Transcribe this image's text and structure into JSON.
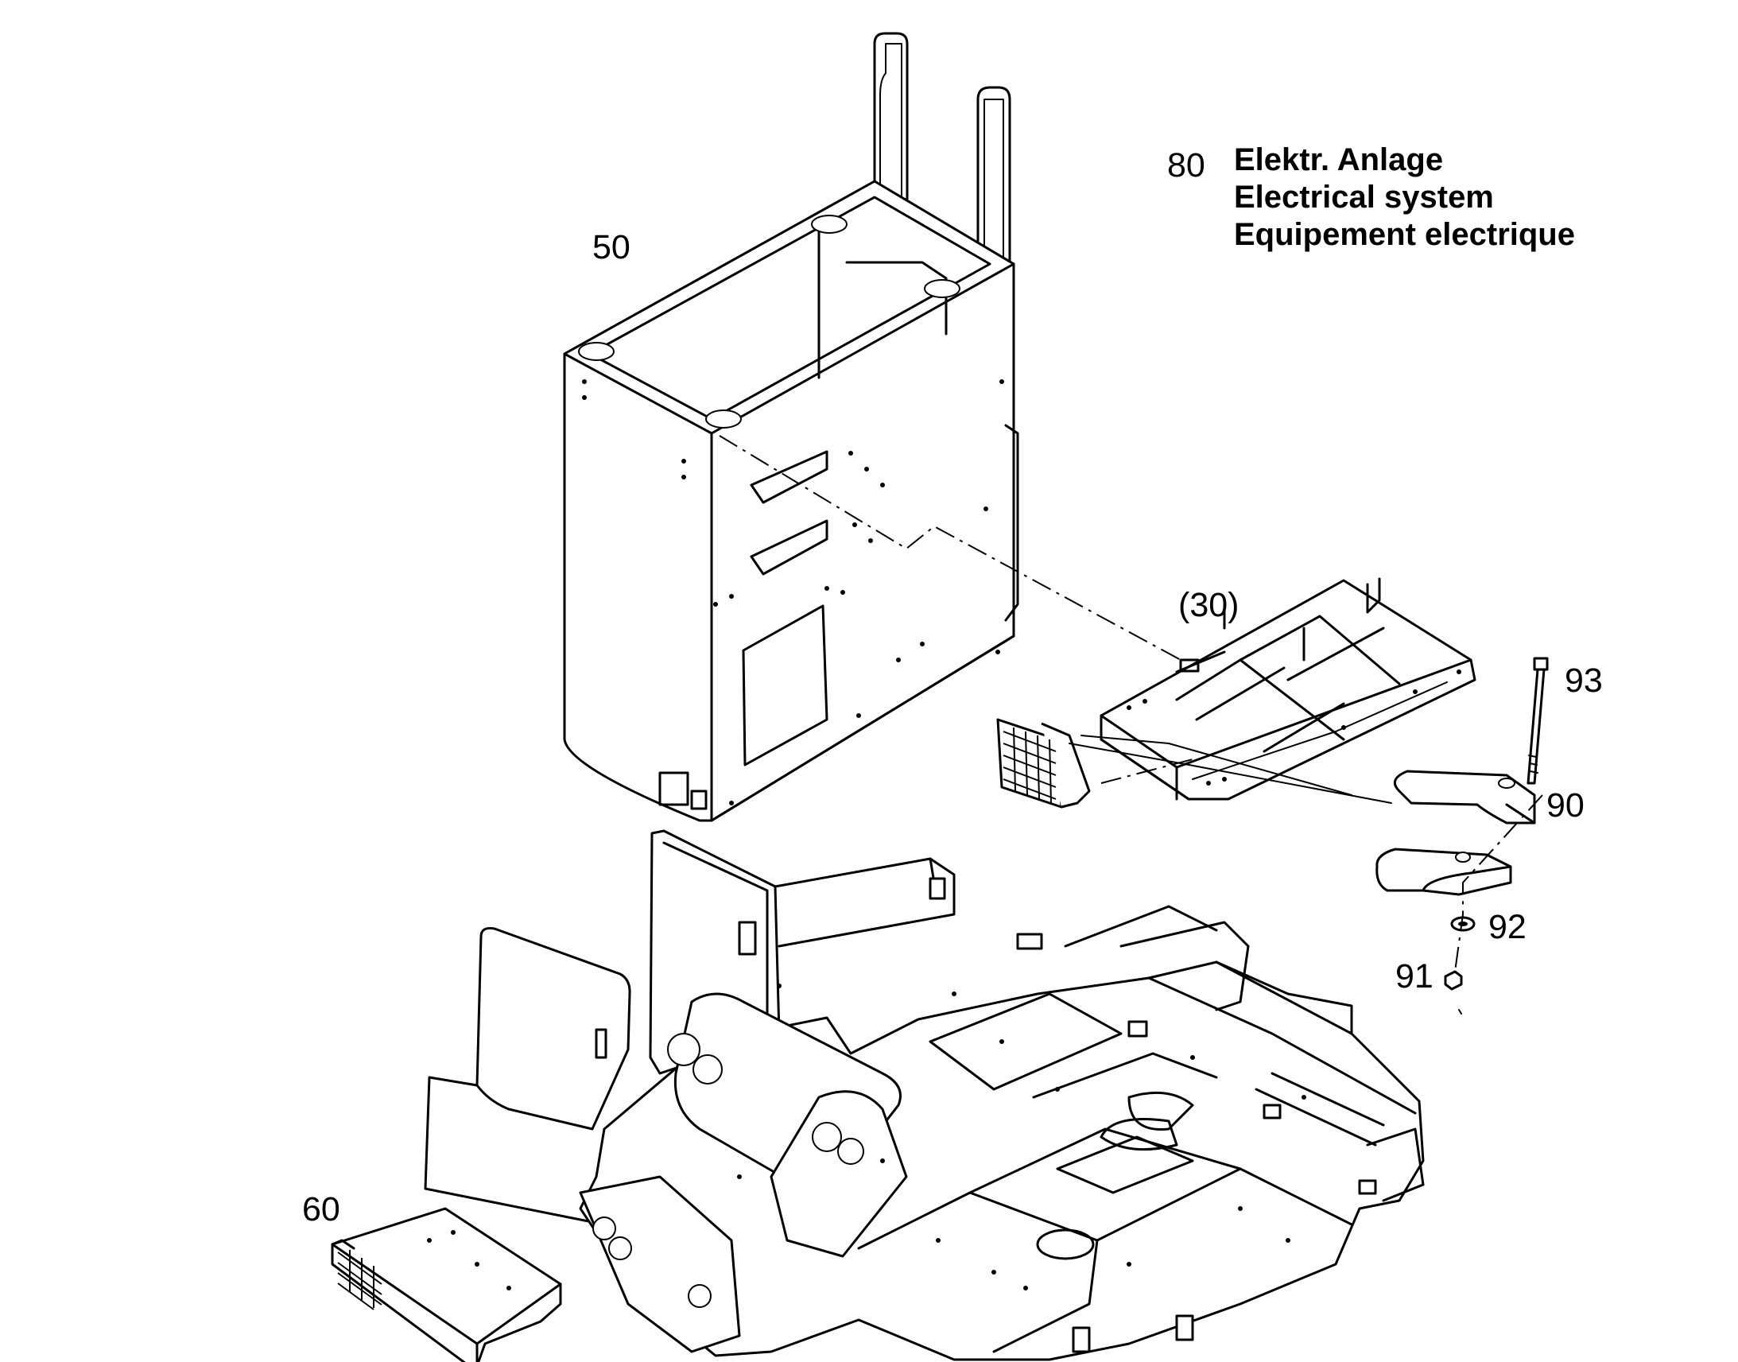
{
  "title": {
    "number": "80",
    "lines": [
      "Elektr. Anlage",
      "Electrical system",
      "Equipement electrique"
    ]
  },
  "callouts": {
    "c50": "50",
    "c30": "(30)",
    "c93": "93",
    "c90": "90",
    "c92": "92",
    "c91": "91",
    "c60": "60"
  }
}
